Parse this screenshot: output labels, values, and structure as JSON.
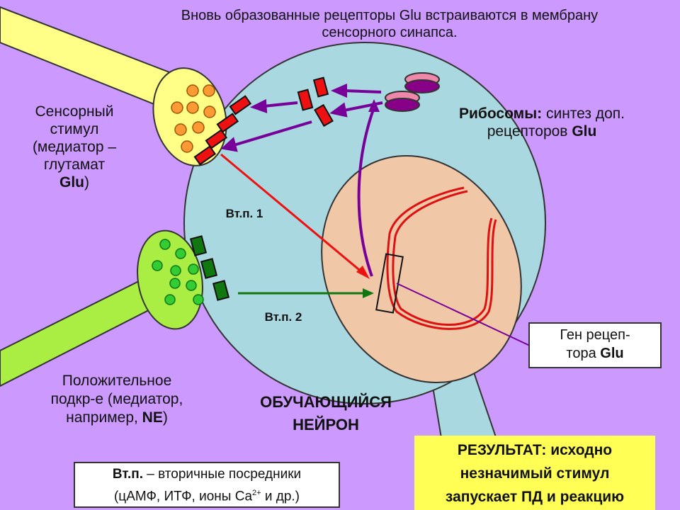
{
  "title": {
    "line1": "Вновь образованные рецепторы Glu встраиваются в мембрану",
    "line2": "сенсорного синапса."
  },
  "sensory": {
    "line1": "Сенсорный",
    "line2": "стимул",
    "line3": "(медиатор –",
    "line4": "глутамат",
    "line5_bold": "Glu",
    "line5_end": ")"
  },
  "positive": {
    "line1": "Положительное",
    "line2": "подкр-е (медиатор,",
    "line3_pre": "например, ",
    "line3_bold": "NE",
    "line3_end": ")"
  },
  "ribosomes": {
    "bold": "Рибосомы:",
    "rest": " синтез доп.",
    "line2_pre": "рецепторов ",
    "line2_bold": "Glu"
  },
  "labels": {
    "vtp1": "Вт.п. 1",
    "vtp2": "Вт.п. 2"
  },
  "neuron": {
    "line1": "ОБУЧАЮЩИЙСЯ",
    "line2": "НЕЙРОН"
  },
  "gene": {
    "line1": "Ген рецеп-",
    "line2_pre": "тора ",
    "line2_bold": "Glu"
  },
  "legend": {
    "bold": "Вт.п.",
    "line1_rest": " – вторичные посредники",
    "line2_pre": "(цАМФ, ИТФ, ионы Ca",
    "sup": "2+",
    "line2_end": " и др.)"
  },
  "result": {
    "line1": "РЕЗУЛЬТАТ: исходно",
    "line2": "незначимый стимул",
    "line3": "запускает ПД и реакцию"
  },
  "colors": {
    "background": "#cc99ff",
    "cell": "#aad8e0",
    "nucleus": "#f0c8a8",
    "sensory_terminal": "#ffff88",
    "positive_terminal": "#aaee44",
    "receptor_red": "#ee1111",
    "receptor_green": "#117711",
    "arrow_purple": "#770099",
    "result_box": "#ffff55"
  }
}
